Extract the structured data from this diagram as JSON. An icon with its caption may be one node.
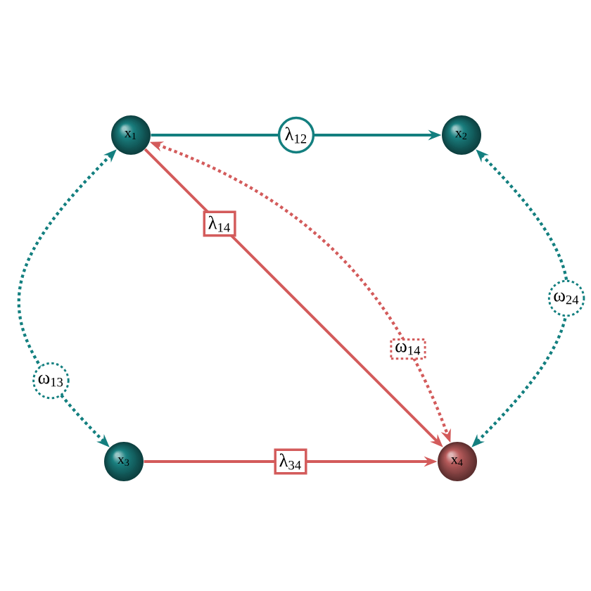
{
  "diagram": {
    "nodes": [
      {
        "text": [
          "x$_{1}$"
        ]
      },
      {
        "text": [
          "x$_{2}$"
        ]
      },
      {
        "text": [
          "x$_{3}$"
        ]
      },
      {
        "text": [
          "x$_{4}$"
        ]
      }
    ],
    "edges": [
      {
        "from": 0,
        "to": 1,
        "arrow": "to",
        "label": "λ$_{12}$",
        "color": "#137f7f"
      },
      {
        "from": 0,
        "to": 3,
        "arrow": "to",
        "label": "λ$_{14}$",
        "color": "#d35b5b"
      },
      {
        "from": 2,
        "to": 3,
        "arrow": "to",
        "label": "λ$_{34}$",
        "color": "#d35b5b"
      },
      {
        "from": 0,
        "to": 3,
        "arrow": "both",
        "label": "ω$_{14}$",
        "style": "dashed",
        "color": "#d35b5b"
      },
      {
        "from": 0,
        "to": 2,
        "arrow": "both",
        "label": "ω$_{13}$",
        "style": "dashed",
        "color": "#137f7f"
      },
      {
        "from": 1,
        "to": 3,
        "arrow": "both",
        "label": "ω$_{24}$",
        "style": "dashed",
        "color": "#137f7f"
      }
    ]
  }
}
